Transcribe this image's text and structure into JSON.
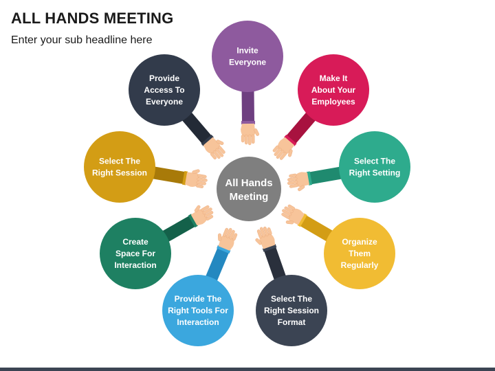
{
  "header": {
    "title": "ALL HANDS MEETING",
    "subtitle": "Enter your sub headline here"
  },
  "center": {
    "lines": [
      "All Hands",
      "Meeting"
    ],
    "color": "#7f7f7f"
  },
  "nodes": [
    {
      "id": "invite-everyone",
      "lines": [
        "Invite",
        "Everyone"
      ],
      "color": "#8e5a9e",
      "sleeve": "#6e3f80"
    },
    {
      "id": "make-it-about-your-employees",
      "lines": [
        "Make It",
        "About Your",
        "Employees"
      ],
      "color": "#d81b58",
      "sleeve": "#a8123f"
    },
    {
      "id": "select-the-right-setting",
      "lines": [
        "Select The",
        "Right Setting"
      ],
      "color": "#2eab8d",
      "sleeve": "#1f8a6f"
    },
    {
      "id": "organize-them-regularly",
      "lines": [
        "Organize",
        "Them",
        "Regularly"
      ],
      "color": "#f1bc33",
      "sleeve": "#d39d15"
    },
    {
      "id": "select-the-right-session-format",
      "lines": [
        "Select The",
        "Right Session",
        "Format"
      ],
      "color": "#3b4453",
      "sleeve": "#2a303c"
    },
    {
      "id": "provide-the-right-tools-for-interaction",
      "lines": [
        "Provide The",
        "Right Tools For",
        "Interaction"
      ],
      "color": "#3ba7de",
      "sleeve": "#2488c0"
    },
    {
      "id": "create-space-for-interaction",
      "lines": [
        "Create",
        "Space For",
        "Interaction"
      ],
      "color": "#1e8062",
      "sleeve": "#14614a"
    },
    {
      "id": "select-the-right-session",
      "lines": [
        "Select The",
        "Right Session"
      ],
      "color": "#d39d15",
      "sleeve": "#a87a09"
    },
    {
      "id": "provide-access-to-everyone",
      "lines": [
        "Provide",
        "Access To",
        "Everyone"
      ],
      "color": "#323b4b",
      "sleeve": "#232a36"
    }
  ],
  "colors": {
    "skin": "#f7c49a",
    "skin_shade": "#e8a678",
    "bottom_bar": "#3b4453"
  }
}
